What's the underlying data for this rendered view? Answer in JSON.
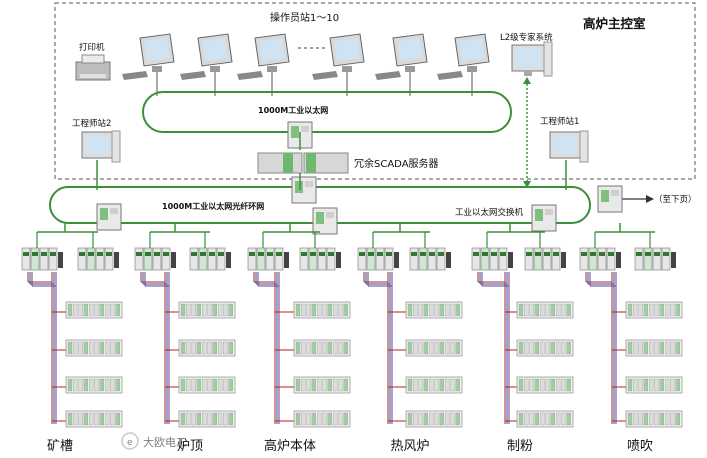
{
  "control_room": {
    "title": "高炉主控室"
  },
  "operator_stations": {
    "label": "操作员站1～10"
  },
  "devices": {
    "printer": "打印机",
    "l2_expert": "L2级专家系统",
    "engineer_station_2": "工程师站2",
    "engineer_station_1": "工程师站1",
    "scada_servers": "冗余SCADA服务器",
    "industrial_switch": "工业以太网交换机"
  },
  "networks": {
    "ethernet_1000m": "1000M工业以太网",
    "fiber_ring": "1000M工业以太网光纤环网",
    "to_next_page": "（至下页）"
  },
  "areas": [
    "矿槽",
    "炉顶",
    "高炉本体",
    "热风炉",
    "制粉",
    "喷吹"
  ],
  "watermark": "大欧电工",
  "colors": {
    "network_green": "#3b8f3b",
    "dashed_border": "#555555",
    "link_red": "#b22222",
    "link_blue": "#2b4fa0",
    "link_purple": "#6a3d8a",
    "plc_green": "#2f7a2f"
  }
}
